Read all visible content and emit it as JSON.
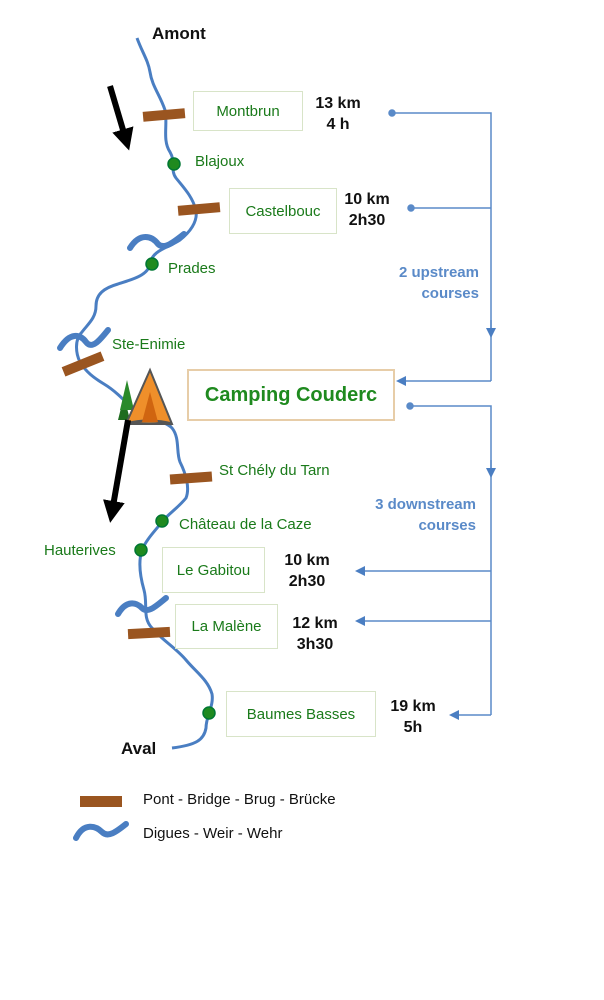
{
  "river": {
    "upstream_label": "Amont",
    "downstream_label": "Aval"
  },
  "villages": [
    {
      "name": "Blajoux"
    },
    {
      "name": "Prades"
    },
    {
      "name": "Ste-Enimie"
    },
    {
      "name": "St Chély du Tarn"
    },
    {
      "name": "Château de la Caze"
    },
    {
      "name": "Hauterives"
    }
  ],
  "start_points": {
    "upstream": [
      {
        "name": "Montbrun",
        "distance": "13 km",
        "duration": "4 h"
      },
      {
        "name": "Castelbouc",
        "distance": "10 km",
        "duration": "2h30"
      }
    ],
    "downstream": [
      {
        "name": "Le Gabitou",
        "distance": "10 km",
        "duration": "2h30"
      },
      {
        "name": "La Malène",
        "distance": "12 km",
        "duration": "3h30"
      },
      {
        "name": "Baumes Basses",
        "distance": "19 km",
        "duration": "5h"
      }
    ]
  },
  "camping": {
    "name": "Camping Couderc"
  },
  "courses": {
    "upstream_line1": "2 upstream",
    "upstream_line2": "courses",
    "downstream_line1": "3 downstream",
    "downstream_line2": "courses"
  },
  "legend": {
    "bridge": "Pont - Bridge - Brug - Brücke",
    "weir": "Digues - Weir - Wehr"
  },
  "colors": {
    "river": "#4a7ec2",
    "bridge": "#9a5520",
    "village_dot": "#1f8a1f",
    "route_line": "#5a8ac8",
    "label_green": "#1a7a1a",
    "course_text": "#5a8ac8"
  }
}
